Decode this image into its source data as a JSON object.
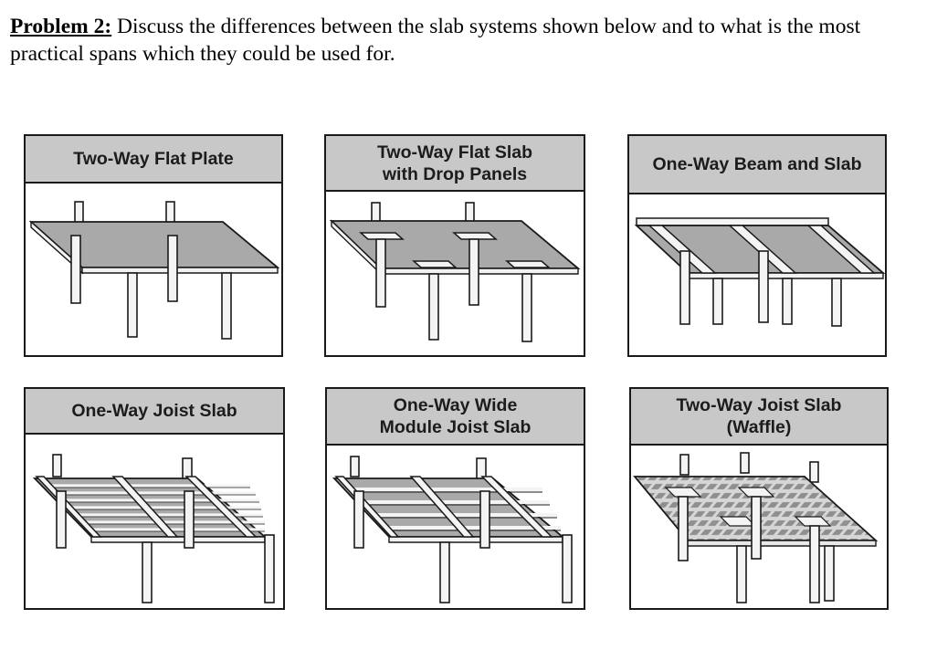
{
  "problem": {
    "label": "Problem 2:",
    "text": " Discuss the differences between the slab systems shown below and to what is the most practical spans which they could be used for."
  },
  "panels": [
    {
      "title": "Two-Way Flat Plate"
    },
    {
      "title": "Two-Way Flat Slab\nwith Drop Panels"
    },
    {
      "title": "One-Way Beam and Slab"
    },
    {
      "title": "One-Way Joist Slab"
    },
    {
      "title": "One-Way Wide\nModule Joist Slab"
    },
    {
      "title": "Two-Way Joist Slab\n(Waffle)"
    }
  ],
  "colors": {
    "slab": "#a9a9a9",
    "edge": "#1a1a1a",
    "header": "#c8c8c8",
    "column": "#f4f4f4"
  }
}
